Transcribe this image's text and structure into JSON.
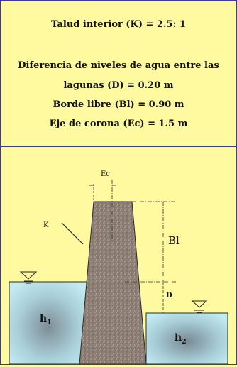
{
  "params": {
    "line1": "Talud interior (K) = 2.5: 1",
    "line2": "Diferencia de niveles de agua entre las",
    "line3": "lagunas (D) = 0.20 m",
    "line4": "Borde libre (Bl) = 0.90 m",
    "line5": "Eje de corona (Ec) = 1.5 m"
  },
  "figure": {
    "label_ec": "Ec",
    "label_k": "K",
    "label_bl": "Bl",
    "label_d": "D",
    "label_h1_main": "h",
    "label_h1_sub": "1",
    "label_h2_main": "h",
    "label_h2_sub": "2",
    "colors": {
      "background": "#fff9a0",
      "border": "#3a3aa0",
      "water_edge": "#bfe6ee",
      "water_center": "#7a8c96",
      "dike": "#8f7e74"
    }
  }
}
